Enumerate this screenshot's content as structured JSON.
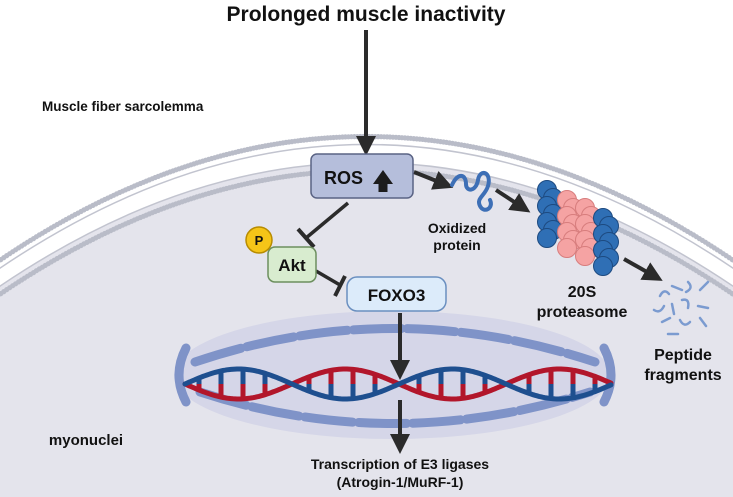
{
  "title": "Prolonged muscle inactivity",
  "membrane_label": "Muscle fiber sarcolemma",
  "nodes": {
    "ros": "ROS",
    "akt": "Akt",
    "phospho": "P",
    "foxo3": "FOXO3"
  },
  "labels": {
    "oxidized_line1": "Oxidized",
    "oxidized_line2": "protein",
    "proteasome_line1": "20S",
    "proteasome_line2": "proteasome",
    "peptide_line1": "Peptide",
    "peptide_line2": "fragments",
    "myonuclei": "myonuclei",
    "transcription_line1": "Transcription of E3 ligases",
    "transcription_line2": "(Atrogin-1/MuRF-1)"
  },
  "colors": {
    "cell_fill": "#e4e4ec",
    "membrane_head": "#b9bcc8",
    "nucleus_fill": "#d5d6e8",
    "nuclear_envelope": "#7f93c8",
    "ros_box": "#b5bedb",
    "akt_box": "#d8eccf",
    "foxo3_box": "#dcebfa",
    "phospho": "#f5c518",
    "dna_red": "#b2162b",
    "dna_blue": "#1e4f8f",
    "proteasome_light": "#f5a3a3",
    "proteasome_dark": "#2f6fb5",
    "arrow": "#2b2b2b"
  },
  "icons": {
    "ros_up": "up-arrow-icon"
  }
}
